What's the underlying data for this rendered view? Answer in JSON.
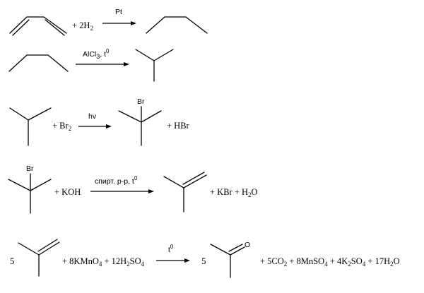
{
  "reactions": [
    {
      "id": "hydrogenation",
      "reagent_plus": "+ 2H",
      "reagent_sub": "2",
      "condition": "Pt"
    },
    {
      "id": "isomerization",
      "condition_main": "AlCl",
      "condition_sub": "3",
      "condition_tail": ", t",
      "condition_sup": "0"
    },
    {
      "id": "bromination",
      "reagent_plus": "+ Br",
      "reagent_sub": "2",
      "condition": "hv",
      "product_atom": "Br",
      "byproduct": "+ HBr"
    },
    {
      "id": "elimination",
      "substrate_atom": "Br",
      "reagent_plus": "+ KOH",
      "condition_main": "спирт. р-р, t",
      "condition_sup": "0",
      "byproduct_1": "+ KBr + H",
      "byproduct_1_sub": "2",
      "byproduct_1_tail": "O"
    },
    {
      "id": "oxidation",
      "coef_left": "5",
      "reagent_1": "+ 8KMnO",
      "reagent_1_sub": "4",
      "reagent_2": " + 12H",
      "reagent_2_sub": "2",
      "reagent_2_mid": "SO",
      "reagent_2_sub2": "4",
      "condition_main": "t",
      "condition_sup": "0",
      "coef_right": "5",
      "product_atom": "O",
      "byproducts": [
        {
          "text": "+ 5CO",
          "sub": "2"
        },
        {
          "text": " + 8MnSO",
          "sub": "4"
        },
        {
          "text": " + 4K",
          "sub": "2"
        },
        {
          "text": "SO",
          "sub": "4"
        },
        {
          "text": " + 17H",
          "sub": "2"
        },
        {
          "text": "O",
          "sub": ""
        }
      ]
    }
  ]
}
